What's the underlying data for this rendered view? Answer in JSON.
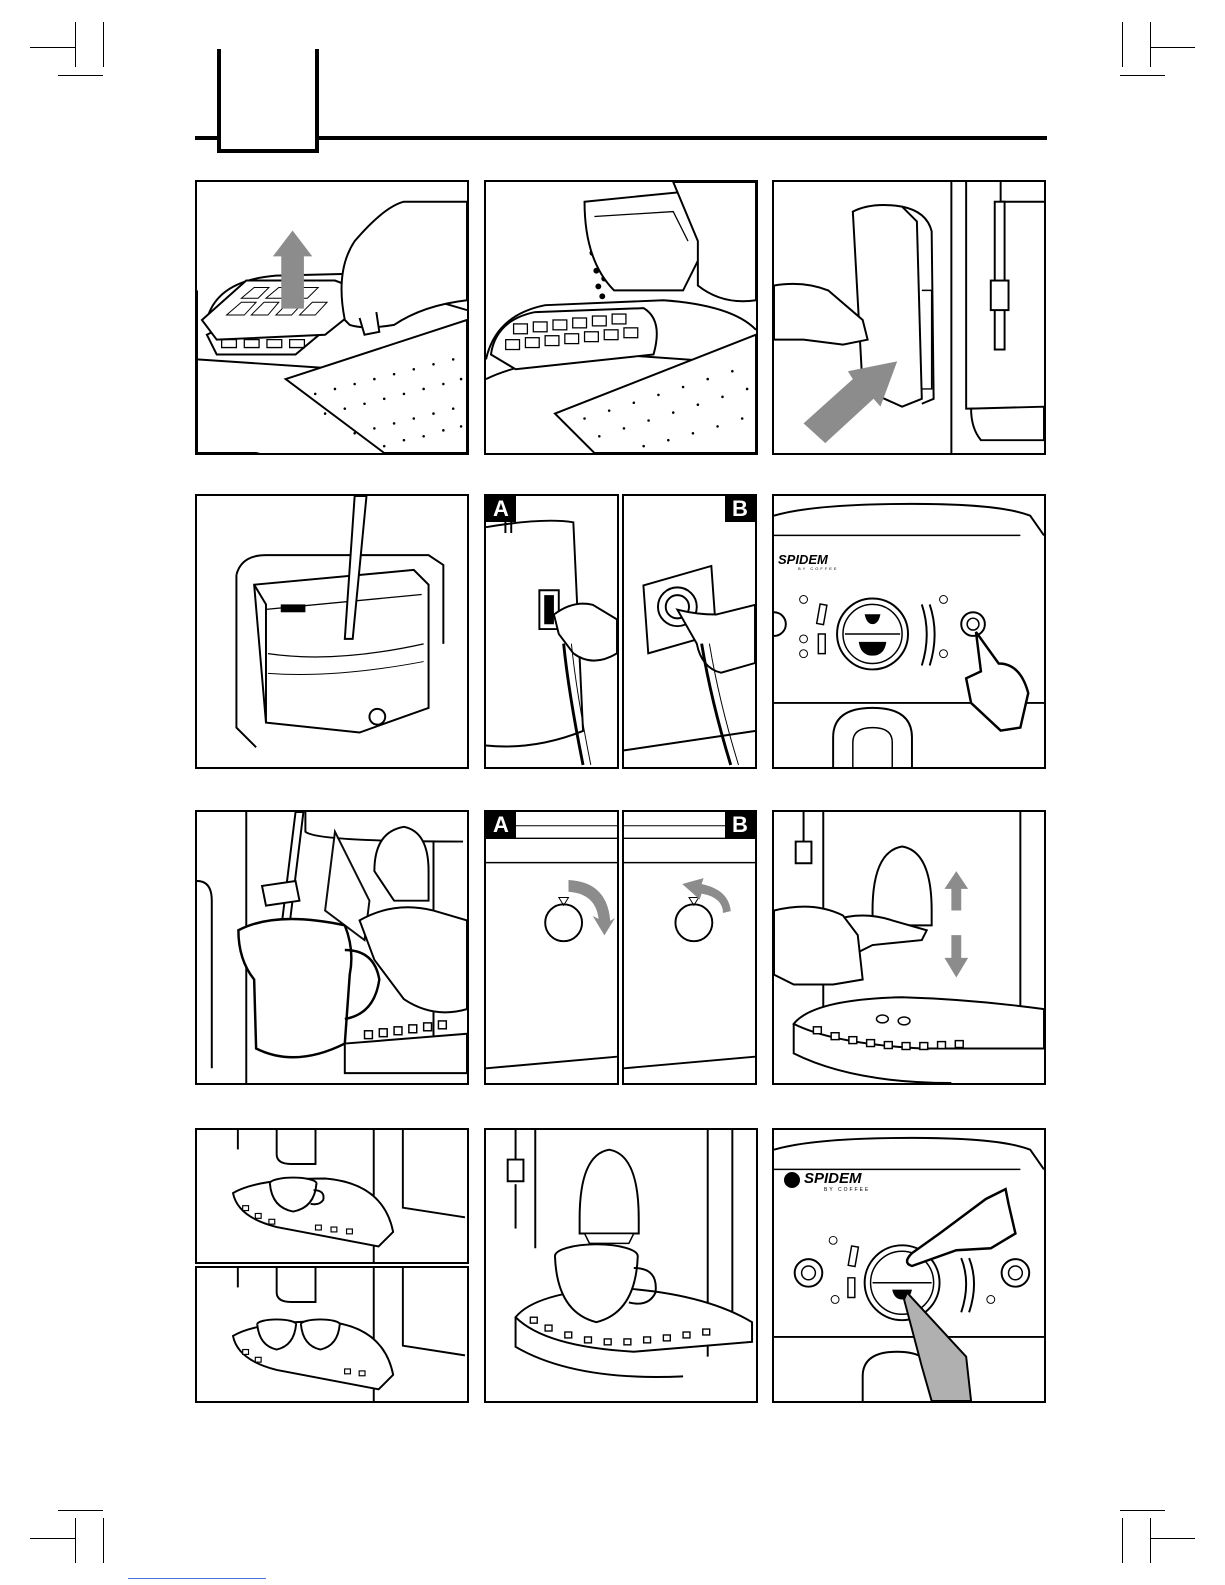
{
  "labels": {
    "variant_a": "A",
    "variant_b": "B"
  },
  "brand": {
    "name_large": "SPIDEM",
    "name_small": "SPIDEM",
    "subtitle": "BY COFFEE"
  },
  "colors": {
    "line": "#000000",
    "arrow": "#8c8c8c",
    "hand": "#ffffff",
    "link": "#4a6edb"
  }
}
